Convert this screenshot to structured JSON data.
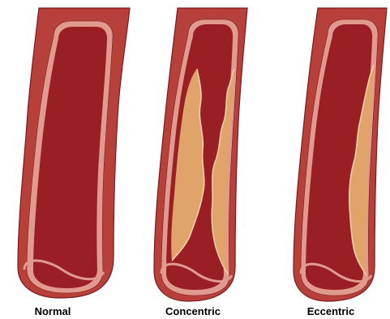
{
  "labels": {
    "normal": "Normal",
    "concentric": "Concentric",
    "eccentric": "Eccentric"
  },
  "colors": {
    "wall_outer": "#b8403a",
    "wall_inner": "#c24a42",
    "intima": "#e19a8e",
    "lumen": "#9a1f24",
    "plaque": "#e0a46a",
    "plaque_edge": "#f3d0b0",
    "outline": "#7a1a1c"
  }
}
